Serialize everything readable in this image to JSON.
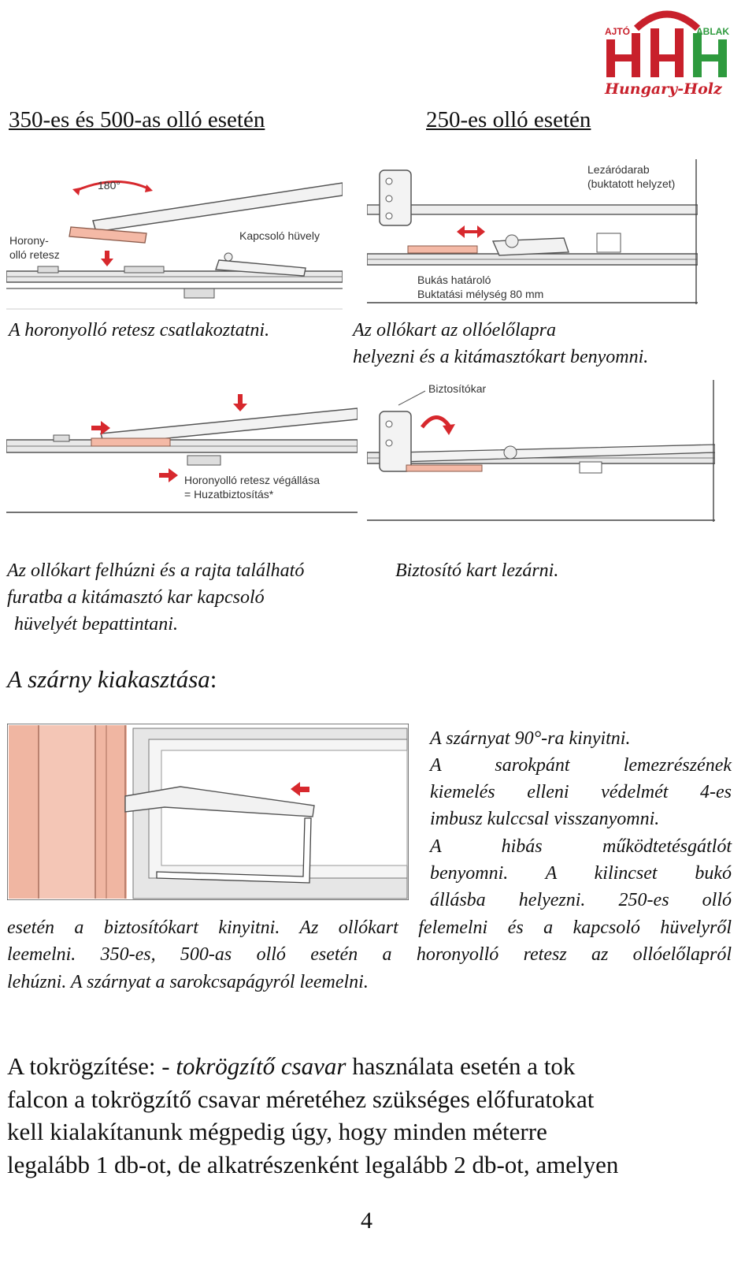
{
  "logo": {
    "left_word": "AJTÓ",
    "right_word": "ABLAK",
    "brand": "Hungary-Holz",
    "color_red": "#c8202b",
    "color_green": "#2e9a3e",
    "color_brand_text": "#c8202b"
  },
  "headings": {
    "left": "350-es és 500-as olló esetén",
    "right": "250-es olló esetén"
  },
  "figures": {
    "fig1": {
      "angle": "180°",
      "label_left": "Horony-\nolló retesz",
      "label_right": "Kapcsoló hüvely"
    },
    "fig2": {
      "label_top": "Lezáródarab\n(buktatott helyzet)",
      "label_bottom": "Bukás határoló\nBuktatási mélység 80 mm"
    },
    "fig3": {
      "label": "Horonyolló retesz végállása\n= Huzatbiztosítás*"
    },
    "fig4": {
      "label": "Biztosítókar"
    }
  },
  "captions": {
    "c1": "A horonyolló retesz csatlakoztatni.",
    "c2_line1": "Az ollókart az ollóelőlapra",
    "c2_line2": "helyezni és  a kitámasztókart benyomni.",
    "c3_line1": "Az ollókart felhúzni és a rajta található",
    "c3_line2": "furatba a kitámasztó kar kapcsoló",
    "c3_line3": "hüvelyét bepattintani.",
    "c4": "Biztosító kart lezárni."
  },
  "section": {
    "title": "A szárny kiakasztása",
    "colon": ":"
  },
  "instructions": {
    "lines_right": [
      "A szárnyat 90°-ra kinyitni.",
      "A sarokpánt lemezrészének",
      "kiemelés elleni védelmét 4-es",
      "imbusz kulccsal visszanyomni.",
      "A hibás működtetésgátlót",
      "benyomni. A kilincset bukó",
      "állásba helyezni. 250-es olló"
    ],
    "lines_full": [
      "esetén a biztosítókart kinyitni. Az ollókart felemelni és a kapcsoló hüvelyről",
      "leemelni. 350-es, 500-as olló esetén a horonyolló retesz az ollóelőlapról",
      "lehúzni. A szárnyat a sarokcsapágyról leemelni."
    ]
  },
  "bottom": {
    "line1_a": "A tokrögzítése: - ",
    "line1_b": "tokrögzítő csavar",
    "line1_c": " használata esetén a tok",
    "line2": "falcon a tokrögzítő csavar méretéhez szükséges előfuratokat",
    "line3": "kell kialakítanunk mégpedig úgy, hogy minden méterre",
    "line4": "legalább 1 db-ot, de alkatrészenként legalább 2 db-ot, amelyen"
  },
  "page_number": "4"
}
